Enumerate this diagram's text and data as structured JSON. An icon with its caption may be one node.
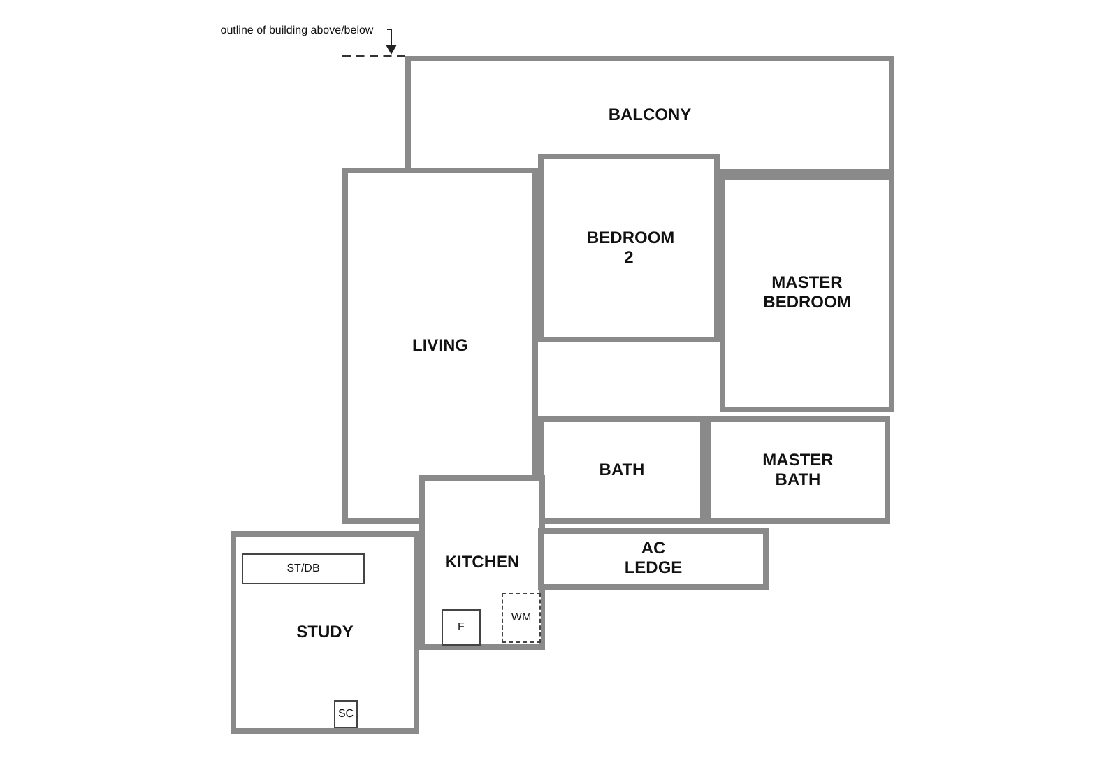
{
  "diagram": {
    "nodes": [
      {
        "text": [
          "outline of building above/below"
        ]
      },
      {
        "text": [],
        "shape": "line"
      },
      {
        "text": [
          "BALCONY"
        ]
      },
      {
        "text": [
          "LIVING"
        ]
      },
      {
        "text": [
          "BEDROOM 2"
        ]
      },
      {
        "text": [
          "MASTER BEDROOM"
        ]
      },
      {
        "text": [
          "BATH"
        ]
      },
      {
        "text": [
          "MASTER BATH"
        ]
      },
      {
        "text": [
          "KITCHEN"
        ]
      },
      {
        "text": [
          "WM"
        ],
        "in": 8
      },
      {
        "text": [
          "F"
        ],
        "in": 8
      },
      {
        "text": [
          "AC LEDGE"
        ]
      },
      {
        "text": [
          "STUDY"
        ]
      },
      {
        "text": [
          "ST/DB"
        ],
        "in": 12
      },
      {
        "text": [
          "SC"
        ],
        "in": 12
      }
    ],
    "edges": [
      {
        "from": 0,
        "to": 1,
        "arrow": "to"
      }
    ]
  }
}
